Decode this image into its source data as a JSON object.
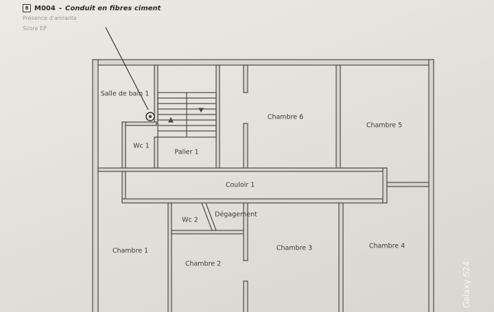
{
  "header": {
    "badge": "8",
    "code": "M004",
    "title": "Conduit en fibres ciment",
    "line1": "Présence d'amiante",
    "line2": "Score EP"
  },
  "rooms": {
    "salle_de_bain_1": "Salle de bain 1",
    "wc1": "Wc 1",
    "palier1": "Palier 1",
    "chambre6": "Chambre 6",
    "chambre5": "Chambre 5",
    "couloir1": "Couloir 1",
    "wc2": "Wc 2",
    "degagement": "Dégagement",
    "chambre1": "Chambre 1",
    "chambre2": "Chambre 2",
    "chambre3": "Chambre 3",
    "chambre4": "Chambre 4"
  },
  "watermark": "Galaxy S24",
  "colors": {
    "wall": "#d8d5ce",
    "line": "#4a4a4a"
  }
}
